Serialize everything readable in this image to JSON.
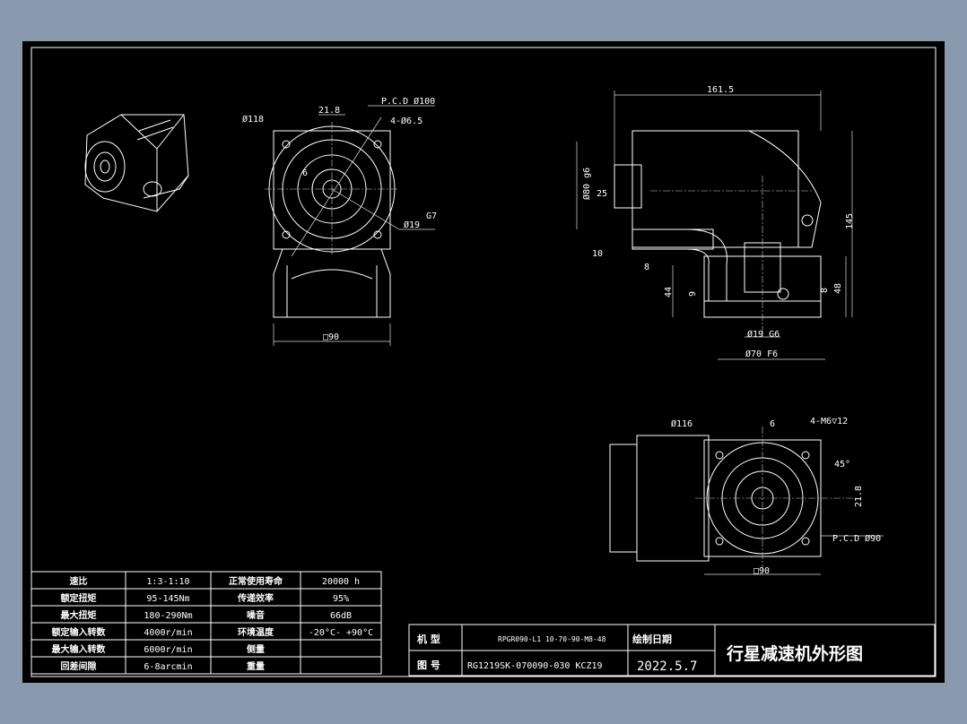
{
  "colors": {
    "background": "#8a9aae",
    "sheet": "#000000",
    "lines": "#ffffff"
  },
  "front_view": {
    "dims": [
      "Ø118",
      "21.8",
      "P.C.D Ø100",
      "4-Ø6.5",
      "Ø19",
      "G7",
      "6",
      "□90"
    ]
  },
  "side_view": {
    "dims": [
      "161.5",
      "Ø80 g6",
      "25",
      "10",
      "8",
      "145",
      "44",
      "9",
      "8",
      "48",
      "Ø19 G6",
      "Ø70 F6"
    ]
  },
  "output_view": {
    "dims": [
      "Ø116",
      "6",
      "4-M6▽12",
      "45°",
      "21.8",
      "P.C.D Ø90",
      "□90"
    ]
  },
  "spec_table": {
    "rows": [
      [
        "速比",
        "1:3-1:10",
        "正常使用寿命",
        "20000 h"
      ],
      [
        "额定扭矩",
        "95-145Nm",
        "传递效率",
        "95%"
      ],
      [
        "最大扭矩",
        "180-290Nm",
        "噪音",
        "66dB"
      ],
      [
        "额定输入转数",
        "4000r/min",
        "环境温度",
        "-20°C- +90°C"
      ],
      [
        "最大输入转数",
        "6000r/min",
        "侧量",
        ""
      ],
      [
        "回差间隙",
        "6-8arcmin",
        "重量",
        ""
      ]
    ]
  },
  "title_block": {
    "model_label": "机 型",
    "model_value": "RPGR090-L1 10-70-90-M8-48",
    "drawing_no_label": "图 号",
    "drawing_no_value": "RG1219SK-070090-030 KCZ19",
    "date_label": "绘制日期",
    "date_value": "2022.5.7",
    "title": "行星减速机外形图"
  }
}
